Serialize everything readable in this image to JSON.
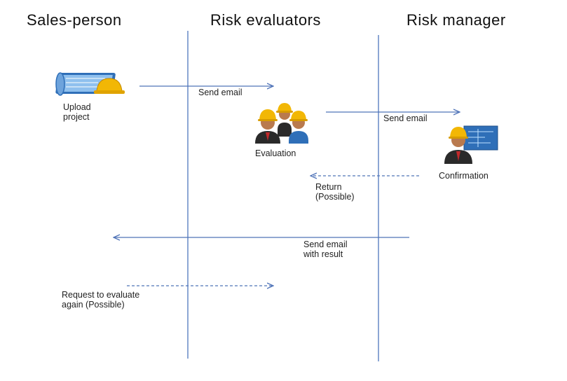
{
  "lanes": {
    "sales": "Sales-person",
    "evaluators": "Risk evaluators",
    "manager": "Risk manager"
  },
  "steps": {
    "upload": "Upload\nproject",
    "evaluation": "Evaluation",
    "confirmation": "Confirmation"
  },
  "arrows": {
    "send_email_1": "Send email",
    "send_email_2": "Send email",
    "return_possible": "Return\n(Possible)",
    "send_email_result": "Send email\nwith result",
    "request_again": "Request to evaluate\nagain (Possible)"
  },
  "colors": {
    "lane_line": "#6f8fc9",
    "arrow": "#4f73b8",
    "helmet": "#f2b705",
    "suit": "#2a2a2a",
    "blueprint": "#2f6fb8"
  },
  "icons": {
    "upload": "blueprint-helmet-icon",
    "evaluation": "workers-group-icon",
    "confirmation": "manager-blueprint-icon"
  }
}
